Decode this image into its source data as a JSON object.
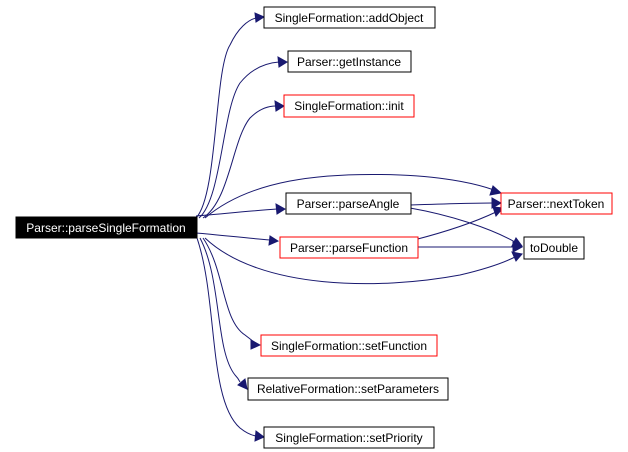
{
  "colors": {
    "edge": "#191970",
    "box_default": "#000000",
    "box_highlight": "#ff0000",
    "root_fill": "#000000",
    "root_text": "#ffffff"
  },
  "nodes": {
    "root": "Parser::parseSingleFormation",
    "add_object": "SingleFormation::addObject",
    "get_instance": "Parser::getInstance",
    "init": "SingleFormation::init",
    "parse_angle": "Parser::parseAngle",
    "parse_function": "Parser::parseFunction",
    "next_token": "Parser::nextToken",
    "to_double": "toDouble",
    "set_function": "SingleFormation::setFunction",
    "set_parameters": "RelativeFormation::setParameters",
    "set_priority": "SingleFormation::setPriority"
  }
}
